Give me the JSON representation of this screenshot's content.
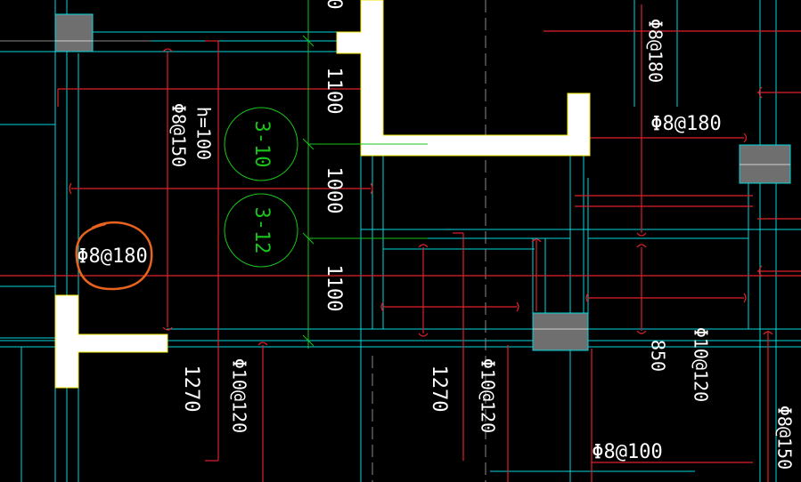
{
  "colors": {
    "background": "#000000",
    "grid_line": "#00d8e0",
    "rebar": "#e0202a",
    "wall": "#ffffff",
    "wall_edge": "#f2e600",
    "dimension": "#19c519",
    "text": "#ffffff",
    "column_fill": "#6f6f6f",
    "highlight_circle": "#e8641e"
  },
  "dimensions": {
    "d1100_top": "1100",
    "d1000": "1000",
    "d1100_bottom": "1100",
    "d1270_left": "1270",
    "d1270_right": "1270",
    "d850": "850",
    "top_partial": "0"
  },
  "slab": {
    "thickness": "h=100",
    "rebar": "Φ8@150"
  },
  "rebar_labels": {
    "top_right_vertical": "Φ8@180",
    "right_horizontal": "Φ8@180",
    "circled": "Φ8@180",
    "bottom_left_vertical": "Φ10@120",
    "bottom_mid_vertical": "Φ10@120",
    "bottom_right_vertical": "Φ10@120",
    "bottom_horizontal": "Φ8@100",
    "right_edge_vertical": "Φ8@150"
  },
  "section_marks": {
    "upper": "3-10",
    "lower": "3-12"
  }
}
